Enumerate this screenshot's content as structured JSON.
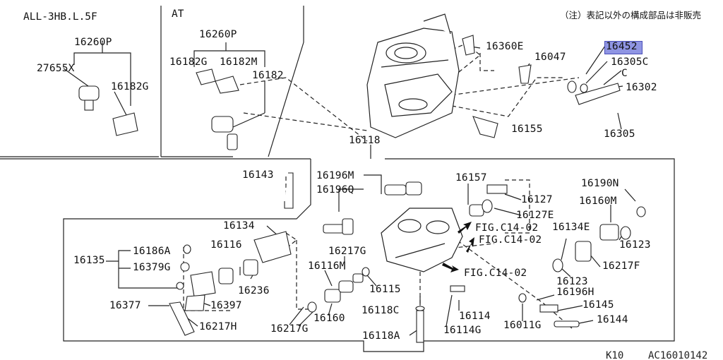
{
  "note": "（注）表記以外の構成部品は非販売",
  "sections": {
    "left": "ALL-3HB.L.5F",
    "middle": "AT"
  },
  "highlight": {
    "part_number": "16452"
  },
  "parts": {
    "p16260P_a": "16260P",
    "p27655X": "27655X",
    "p16182G_a": "16182G",
    "p16260P_b": "16260P",
    "p16182G_b": "16182G",
    "p16182M": "16182M",
    "p16182": "16182",
    "p16360E": "16360E",
    "p16047": "16047",
    "p16452": "16452",
    "p16305C": "16305C",
    "pC": "C",
    "p16302": "16302",
    "p16155": "16155",
    "p16305": "16305",
    "p16118": "16118",
    "p16143": "16143",
    "p16196M": "16196M",
    "p16196Q": "16196Q",
    "p16157": "16157",
    "p16127": "16127",
    "p16127E": "16127E",
    "p16190N": "16190N",
    "p16160M": "16160M",
    "p16134": "16134",
    "p16134E": "16134E",
    "p16123_a": "16123",
    "p16123_b": "16123",
    "p16116": "16116",
    "p16217G_a": "16217G",
    "p16217F": "16217F",
    "p16186A": "16186A",
    "p16135": "16135",
    "p16379G": "16379G",
    "p16116M": "16116M",
    "p16236": "16236",
    "p16115": "16115",
    "p16196H": "16196H",
    "p16377": "16377",
    "p16397": "16397",
    "p16145": "16145",
    "p16118C": "16118C",
    "p16114": "16114",
    "p16144": "16144",
    "p16217H": "16217H",
    "p16217G_b": "16217G",
    "p16160": "16160",
    "p16114G": "16114G",
    "p16011G": "16011G",
    "p16118A": "16118A"
  },
  "fig_refs": [
    "FIG.C14-02",
    "FIG.C14-02",
    "FIG.C14-02"
  ],
  "footer": {
    "model": "K10",
    "code": "AC16010142"
  }
}
